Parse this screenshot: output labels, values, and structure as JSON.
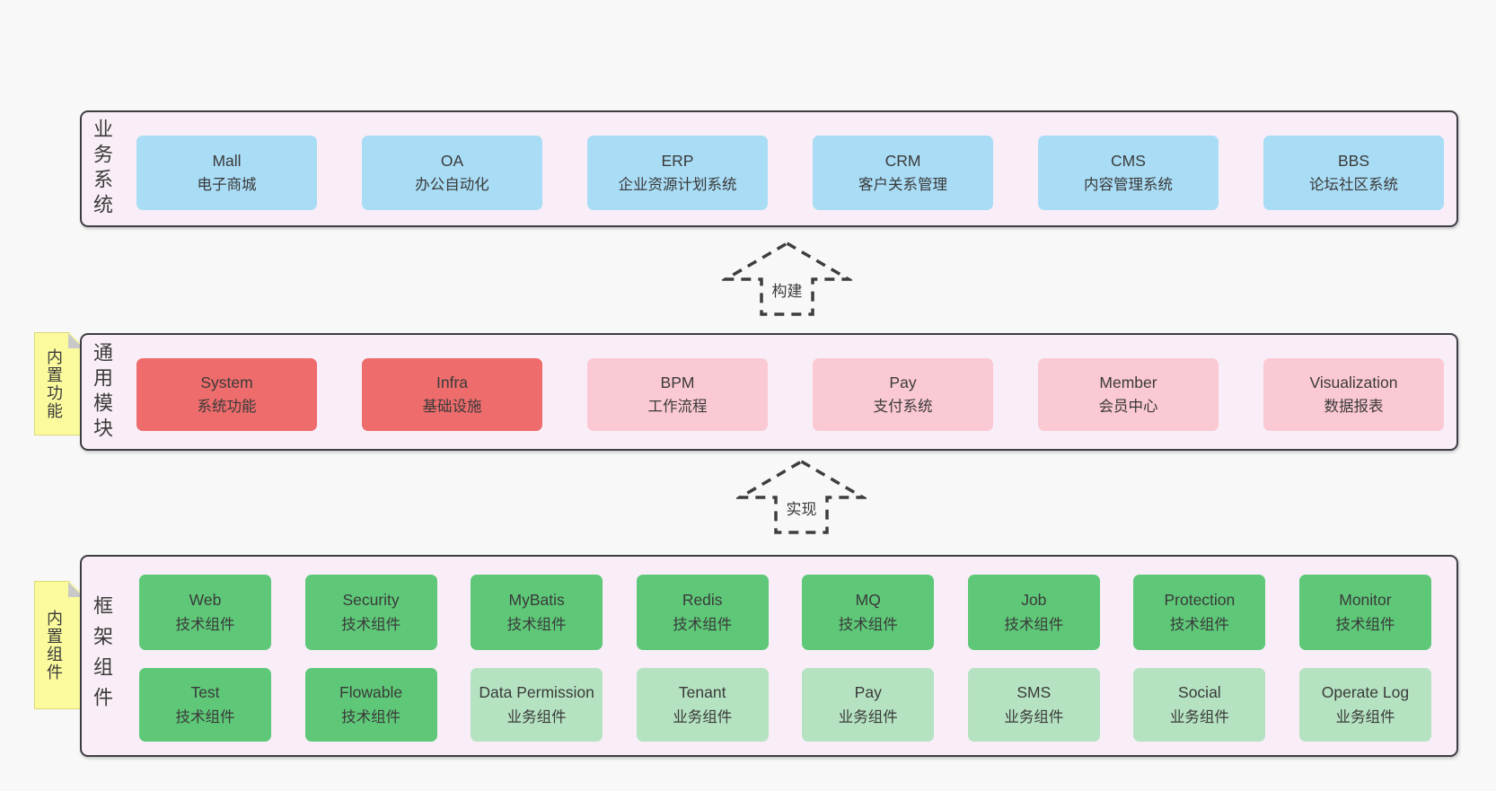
{
  "colors": {
    "page_bg": "#f8f8f8",
    "section_bg": "#f9eef7",
    "section_border": "#3d3d43",
    "box_blue": "#a9dcf5",
    "box_red": "#ee6c6c",
    "box_pink": "#fbc9d3",
    "box_green": "#5ec878",
    "box_light_green": "#b5e3c1",
    "note_yellow": "#fbfb9e",
    "text": "#3a3a3a"
  },
  "arrows": [
    {
      "label": "构建"
    },
    {
      "label": "实现"
    }
  ],
  "notes": [
    {
      "label": "内置功能"
    },
    {
      "label": "内置组件"
    }
  ],
  "sections": [
    {
      "label": "业务系统",
      "rows": [
        [
          {
            "name": "Mall",
            "desc": "电子商城"
          },
          {
            "name": "OA",
            "desc": "办公自动化"
          },
          {
            "name": "ERP",
            "desc": "企业资源计划系统"
          },
          {
            "name": "CRM",
            "desc": "客户关系管理"
          },
          {
            "name": "CMS",
            "desc": "内容管理系统"
          },
          {
            "name": "BBS",
            "desc": "论坛社区系统"
          }
        ]
      ]
    },
    {
      "label": "通用模块",
      "rows": [
        [
          {
            "name": "System",
            "desc": "系统功能"
          },
          {
            "name": "Infra",
            "desc": "基础设施"
          },
          {
            "name": "BPM",
            "desc": "工作流程"
          },
          {
            "name": "Pay",
            "desc": "支付系统"
          },
          {
            "name": "Member",
            "desc": "会员中心"
          },
          {
            "name": "Visualization",
            "desc": "数据报表"
          }
        ]
      ]
    },
    {
      "label": "框架组件",
      "rows": [
        [
          {
            "name": "Web",
            "desc": "技术组件"
          },
          {
            "name": "Security",
            "desc": "技术组件"
          },
          {
            "name": "MyBatis",
            "desc": "技术组件"
          },
          {
            "name": "Redis",
            "desc": "技术组件"
          },
          {
            "name": "MQ",
            "desc": "技术组件"
          },
          {
            "name": "Job",
            "desc": "技术组件"
          },
          {
            "name": "Protection",
            "desc": "技术组件"
          },
          {
            "name": "Monitor",
            "desc": "技术组件"
          }
        ],
        [
          {
            "name": "Test",
            "desc": "技术组件"
          },
          {
            "name": "Flowable",
            "desc": "技术组件"
          },
          {
            "name": "Data Permission",
            "desc": "业务组件"
          },
          {
            "name": "Tenant",
            "desc": "业务组件"
          },
          {
            "name": "Pay",
            "desc": "业务组件"
          },
          {
            "name": "SMS",
            "desc": "业务组件"
          },
          {
            "name": "Social",
            "desc": "业务组件"
          },
          {
            "name": "Operate Log",
            "desc": "业务组件"
          }
        ]
      ]
    }
  ]
}
